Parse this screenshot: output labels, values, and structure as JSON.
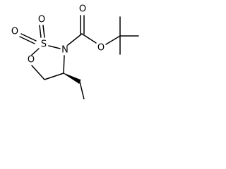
{
  "molecule": {
    "atoms": {
      "sulfur": "S",
      "nitrogen": "N",
      "ring_oxygen": "O",
      "sulfonyl_oxygen_top": "O",
      "sulfonyl_oxygen_left": "O",
      "carbonyl_oxygen": "O",
      "ester_oxygen": "O"
    },
    "colors": {
      "bond": "#000000",
      "atom_label": "#000000",
      "background": "#ffffff"
    }
  }
}
